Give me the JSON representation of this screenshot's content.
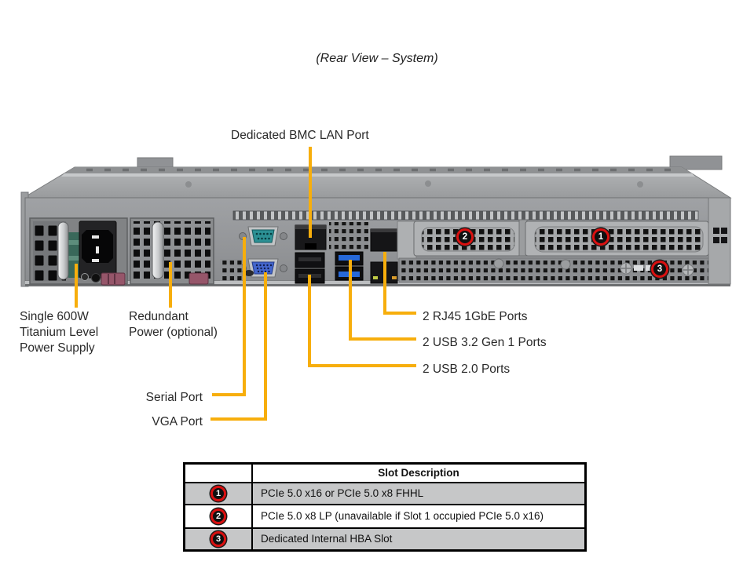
{
  "title": "(Rear View – System)",
  "labels": {
    "bmc": "Dedicated BMC LAN Port",
    "psu": "Single 600W\nTitanium Level\nPower Supply",
    "redundant": "Redundant\nPower (optional)",
    "rj45": "2 RJ45 1GbE Ports",
    "usb32": "2 USB 3.2 Gen 1 Ports",
    "usb20": "2 USB 2.0 Ports",
    "serial": "Serial Port",
    "vga": "VGA Port"
  },
  "badges": {
    "slot1": "1",
    "slot2": "2",
    "slot3": "3"
  },
  "colors": {
    "callout_yellow": "#F7AE0C",
    "badge_ring_red": "#DA1010",
    "table_row_gray": "#c6c7c8"
  },
  "table": {
    "header": "Slot Description",
    "rows": [
      {
        "badge": "1",
        "desc": "PCIe 5.0 x16 or PCIe 5.0 x8 FHHL"
      },
      {
        "badge": "2",
        "desc": "PCIe 5.0 x8 LP (unavailable if Slot 1 occupied PCIe 5.0 x16)"
      },
      {
        "badge": "3",
        "desc": "Dedicated Internal HBA Slot"
      }
    ]
  }
}
